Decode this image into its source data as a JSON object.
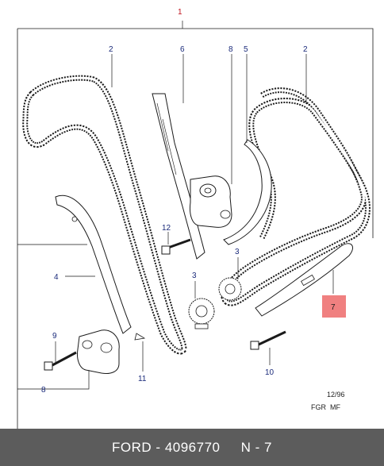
{
  "diagram": {
    "callouts": [
      {
        "id": "c1",
        "label": "1",
        "highlight": false
      },
      {
        "id": "c2a",
        "label": "2",
        "highlight": false
      },
      {
        "id": "c6",
        "label": "6",
        "highlight": false
      },
      {
        "id": "c8a",
        "label": "8",
        "highlight": false
      },
      {
        "id": "c5",
        "label": "5",
        "highlight": false
      },
      {
        "id": "c2b",
        "label": "2",
        "highlight": false
      },
      {
        "id": "c12",
        "label": "12",
        "highlight": false
      },
      {
        "id": "c3a",
        "label": "3",
        "highlight": false
      },
      {
        "id": "c4",
        "label": "4",
        "highlight": false
      },
      {
        "id": "c3b",
        "label": "3",
        "highlight": false
      },
      {
        "id": "c7",
        "label": "7",
        "highlight": true
      },
      {
        "id": "c9",
        "label": "9",
        "highlight": false
      },
      {
        "id": "c11",
        "label": "11",
        "highlight": false
      },
      {
        "id": "c10",
        "label": "10",
        "highlight": false
      },
      {
        "id": "c8b",
        "label": "8",
        "highlight": false
      }
    ],
    "stamp_date": "12/96",
    "stamp_code": "FGR  MF"
  },
  "footer": {
    "text": "FORD - 4096770     N - 7"
  },
  "colors": {
    "line": "#1a1a1a",
    "callout": "#1a2a7a",
    "highlight": "#f08080",
    "footer_bg": "#5c5c5c"
  }
}
